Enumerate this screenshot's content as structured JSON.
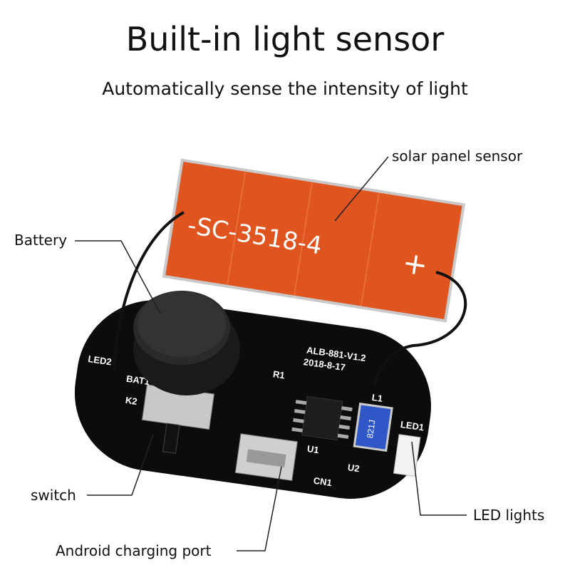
{
  "header": {
    "title": "Built-in light sensor",
    "subtitle": "Automatically sense the intensity of light"
  },
  "callouts": {
    "solar_panel": "solar panel sensor",
    "battery": "Battery",
    "switch": "switch",
    "charging_port": "Android charging port",
    "led": "LED lights"
  },
  "board_markings": {
    "panel_model": "-SC-3518-4",
    "panel_plus": "+",
    "board_id": "ALB-881-V1.2",
    "board_date": "2018-8-17",
    "led1": "LED1",
    "led2": "LED2",
    "l1": "L1",
    "inductor_code": "821J",
    "u1": "U1",
    "u2": "U2",
    "cn1": "CN1",
    "k2": "K2",
    "bat1": "BAT1",
    "r1": "R1"
  },
  "colors": {
    "panel": "#e0551f",
    "board": "#0c0c0c",
    "inductor": "#2f57c8"
  }
}
